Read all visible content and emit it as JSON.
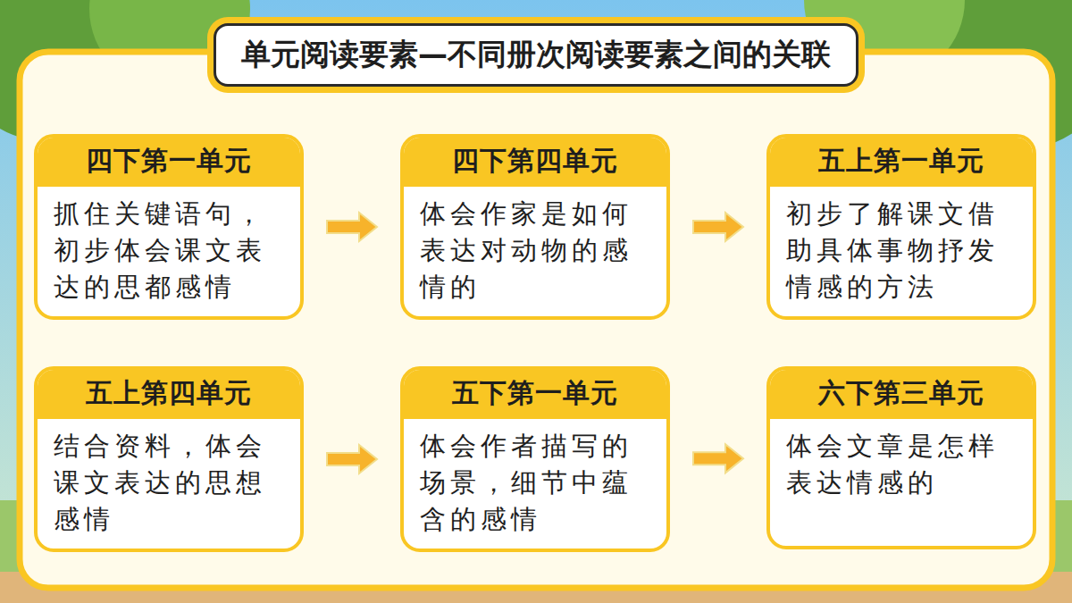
{
  "diagram": {
    "title": "单元阅读要素—不同册次阅读要素之间的关联",
    "nodes": [
      {
        "text": [
          "四下第一单元",
          "抓住关键语句，初步体会课文表达的思都感情"
        ]
      },
      {
        "text": [
          "四下第四单元",
          "体会作家是如何表达对动物的感情的"
        ]
      },
      {
        "text": [
          "五上第一单元",
          "初步了解课文借助具体事物抒发情感的方法"
        ]
      },
      {
        "text": [
          "五上第四单元",
          "结合资料，体会课文表达的思想感情"
        ]
      },
      {
        "text": [
          "五下第一单元",
          "体会作者描写的场景，细节中蕴含的感情"
        ]
      },
      {
        "text": [
          "六下第三单元",
          "体会文章是怎样表达情感的"
        ]
      }
    ],
    "edges": [
      {
        "from": 0,
        "to": 1,
        "arrow": "to"
      },
      {
        "from": 1,
        "to": 2,
        "arrow": "to"
      },
      {
        "from": 3,
        "to": 4,
        "arrow": "to"
      },
      {
        "from": 4,
        "to": 5,
        "arrow": "to"
      }
    ]
  }
}
